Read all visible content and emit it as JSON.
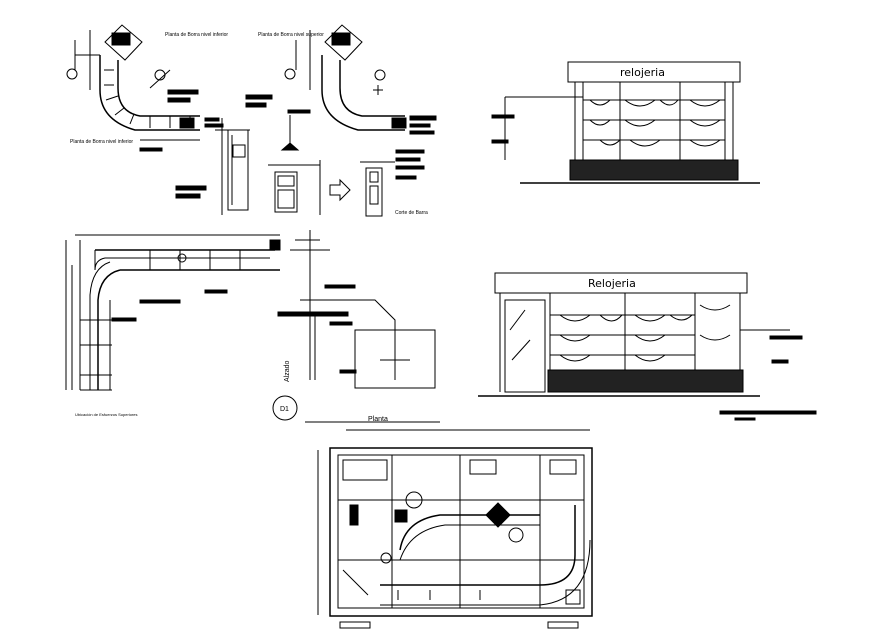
{
  "plan_top_left": {
    "note_top": "Planta de Borra nivel inferior",
    "note_bottom": "Planta de Borra nivel inferior"
  },
  "plan_top_mid": {
    "note_top": "Planta de Borra nivel superior"
  },
  "section": {
    "caption": "Corte de Barra"
  },
  "elevation_top": {
    "sign": "relojeria"
  },
  "elevation_bottom": {
    "sign": "Relojeria"
  },
  "detail": {
    "side_label": "Alzado",
    "bubble": "D1",
    "caption_left": "Ubicación de Esfuerzos Superiores"
  },
  "floor_plan": {
    "title": "Planta"
  }
}
